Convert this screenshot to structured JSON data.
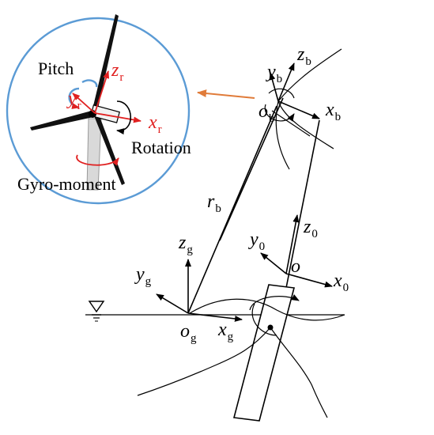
{
  "inset": {
    "pitch": "Pitch",
    "rotation": "Rotation",
    "gyro_moment": "Gyro-moment",
    "z_r": {
      "base": "z",
      "sub": "r"
    },
    "y_r": {
      "base": "y",
      "sub": "r"
    },
    "x_r": {
      "base": "x",
      "sub": "r"
    },
    "ring_color": "#5b9bd5",
    "accent_color": "#e02020"
  },
  "rotor": {
    "o_b": {
      "base": "o",
      "sub": "b"
    },
    "x_b": {
      "base": "x",
      "sub": "b"
    },
    "y_b": {
      "base": "y",
      "sub": "b"
    },
    "z_b": {
      "base": "z",
      "sub": "b"
    },
    "r_b": {
      "base": "r",
      "sub": "b"
    },
    "link_arrow_color": "#e07b39"
  },
  "global": {
    "o_g": {
      "base": "o",
      "sub": "g"
    },
    "x_g": {
      "base": "x",
      "sub": "g"
    },
    "y_g": {
      "base": "y",
      "sub": "g"
    },
    "z_g": {
      "base": "z",
      "sub": "g"
    }
  },
  "body": {
    "o": "o",
    "x_0": {
      "base": "x",
      "sub": "0"
    },
    "y_0": {
      "base": "y",
      "sub": "0"
    },
    "z_0": {
      "base": "z",
      "sub": "0"
    }
  },
  "water_level_icon": "triangle-water-level-icon"
}
